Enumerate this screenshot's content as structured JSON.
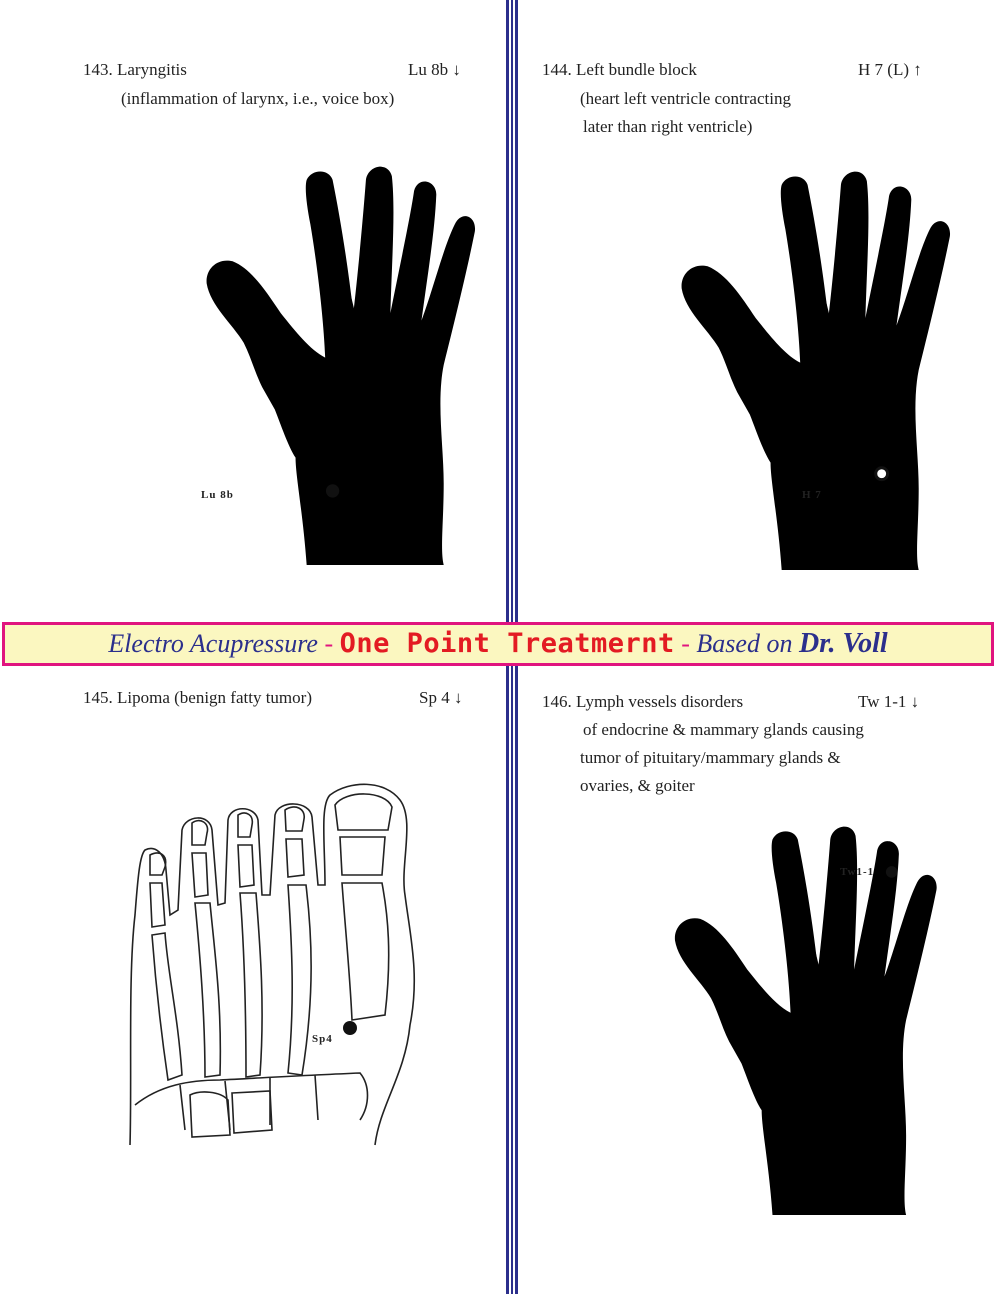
{
  "banner": {
    "part1": "Electro Acupressure",
    "sep1": " - ",
    "part2": "One Point Treatmernt",
    "sep2": " - ",
    "part3": "Based on ",
    "part4": "Dr. Voll"
  },
  "colors": {
    "accent_blue": "#2b2f8c",
    "accent_pink": "#e0147f",
    "accent_red": "#e31b23",
    "banner_bg": "#fbf7c0"
  },
  "entries": [
    {
      "title": "143. Laryngitis",
      "point": "Lu 8b ↓",
      "desc": [
        "(inflammation of larynx, i.e., voice box)"
      ],
      "figure_label": "Lu 8b",
      "figure_icon": "hand-skeleton-icon"
    },
    {
      "title": "144. Left bundle block",
      "point": "H 7 (L) ↑",
      "desc": [
        "(heart left ventricle contracting",
        "later than right ventricle)"
      ],
      "figure_label": "H 7",
      "figure_icon": "hand-skeleton-icon"
    },
    {
      "title": "145. Lipoma (benign fatty tumor)",
      "point": "Sp 4 ↓",
      "desc": [],
      "figure_label": "Sp4",
      "figure_icon": "foot-skeleton-icon"
    },
    {
      "title": "146. Lymph vessels  disorders",
      "point": "Tw 1-1 ↓",
      "desc": [
        "of endocrine & mammary glands causing",
        "tumor of pituitary/mammary glands &",
        "ovaries, & goiter"
      ],
      "figure_label": "Tw1-1",
      "figure_icon": "hand-skeleton-icon"
    }
  ]
}
